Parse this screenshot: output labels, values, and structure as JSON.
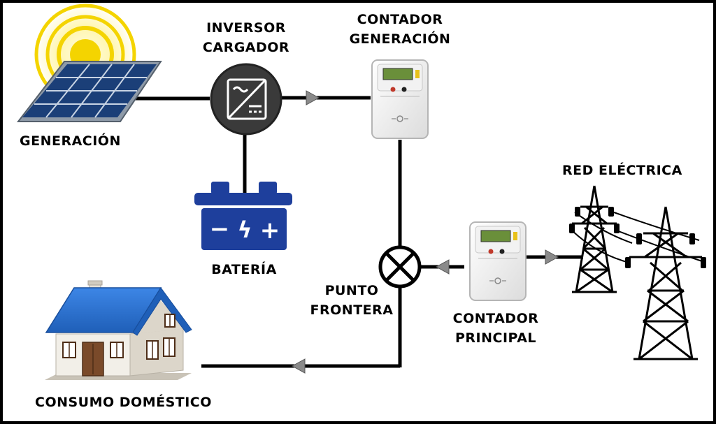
{
  "labels": {
    "generation": "GENERACIÓN",
    "inverter_line1": "INVERSOR",
    "inverter_line2": "CARGADOR",
    "gen_meter_line1": "CONTADOR",
    "gen_meter_line2": "GENERACIÓN",
    "battery": "BATERÍA",
    "grid": "RED ELÉCTRICA",
    "boundary_line1": "PUNTO",
    "boundary_line2": "FRONTERA",
    "main_meter_line1": "CONTADOR",
    "main_meter_line2": "PRINCIPAL",
    "consumption": "CONSUMO DOMÉSTICO"
  },
  "battery_symbols": {
    "minus": "−",
    "bolt": "ϟ",
    "plus": "+"
  },
  "colors": {
    "battery": "#1e3f9c",
    "roof": "#2c6fd1",
    "wall": "#e9e4da",
    "sun": "#f4d400",
    "panel": "#1b3f78",
    "meter_display": "#6a8f3a",
    "arrow": "#8a8a8a"
  }
}
